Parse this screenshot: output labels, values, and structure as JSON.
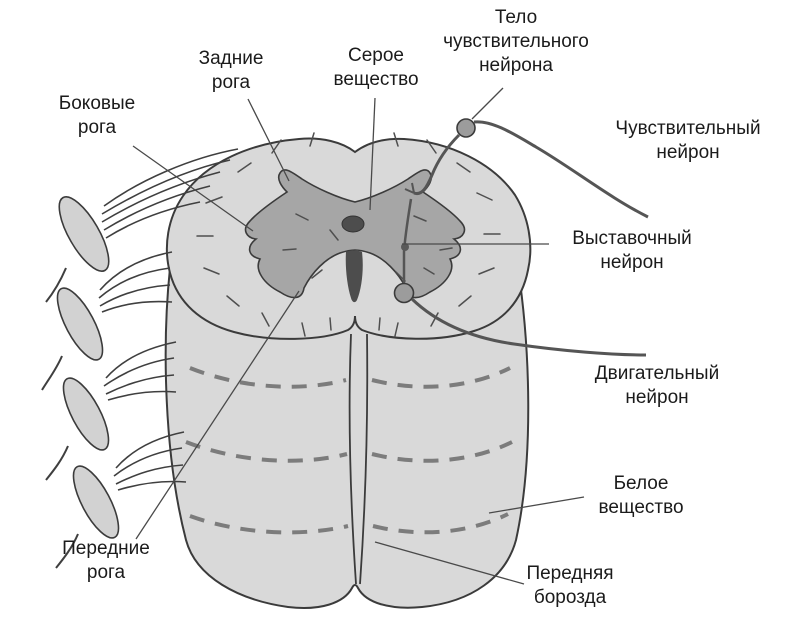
{
  "diagram": {
    "labels": {
      "sensory_body": "Тело\nчувствительного\nнейрона",
      "posterior_horns": "Задние\nрога",
      "gray_matter": "Серое\nвещество",
      "lateral_horns": "Боковые\nрога",
      "sensory_neuron": "Чувствительный\nнейрон",
      "interneuron": "Выставочный\nнейрон",
      "motor_neuron": "Двигательный\nнейрон",
      "white_matter": "Белое\nвещество",
      "anterior_horns": "Передние\nрога",
      "anterior_fissure": "Передняя\nборозда"
    },
    "colors": {
      "background": "#ffffff",
      "white_matter_fill": "#d9d9d9",
      "gray_matter_fill": "#a6a6a6",
      "ganglion_fill": "#d2d2d2",
      "neuron_soma_fill": "#9c9c9c",
      "dark_detail": "#4d4d4d",
      "outline": "#3b3b3b",
      "label_text": "#1b1b1b"
    }
  }
}
